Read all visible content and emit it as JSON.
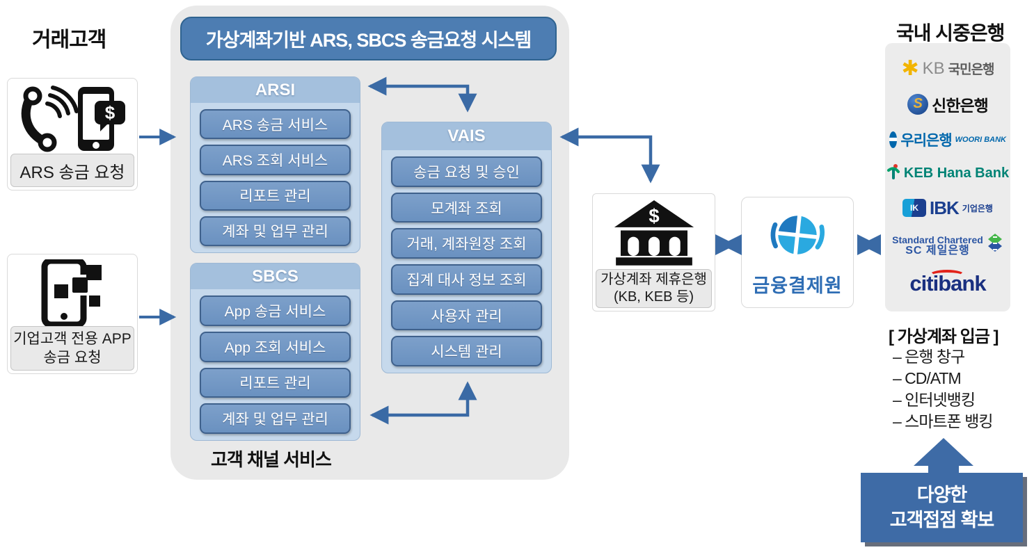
{
  "colors": {
    "system_title_bg": "#4d7db2",
    "module_header_bg": "#a4c0dd",
    "module_body_bg": "#c6d9ec",
    "row_bg": "#6a91c0",
    "row_border": "#3f618c",
    "arrow": "#3a6aa5",
    "container_bg": "#e9e9e9",
    "benefit_bg": "#3e6ba6",
    "kftc_blue": "#2aa9e0",
    "kftc_dark_blue": "#1e79c0"
  },
  "customer": {
    "title": "거래고객",
    "ars_card": {
      "label": "ARS 송금 요청"
    },
    "app_card": {
      "label_line1": "기업고객 전용 APP",
      "label_line2": "송금 요청"
    }
  },
  "system": {
    "title": "가상계좌기반 ARS, SBCS 송금요청 시스템",
    "caption": "고객 채널 서비스",
    "modules": [
      {
        "name": "ARSI",
        "rows": [
          "ARS 송금 서비스",
          "ARS 조회 서비스",
          "리포트 관리",
          "계좌 및 업무 관리"
        ]
      },
      {
        "name": "SBCS",
        "rows": [
          "App 송금 서비스",
          "App 조회 서비스",
          "리포트 관리",
          "계좌 및 업무 관리"
        ]
      },
      {
        "name": "VAIS",
        "rows": [
          "송금 요청 및 승인",
          "모계좌 조회",
          "거래, 계좌원장 조회",
          "집계 대사 정보 조회",
          "사용자 관리",
          "시스템 관리"
        ]
      }
    ]
  },
  "partner_bank": {
    "label_line1": "가상계좌 제휴은행",
    "label_line2": "(KB, KEB 등)",
    "dollar": "$"
  },
  "kftc": {
    "name": "금융결제원"
  },
  "banks": {
    "title": "국내 시중은행",
    "items": [
      {
        "mark": "✱",
        "text1": "KB",
        "text2": "국민은행"
      },
      {
        "mark": "S",
        "text1": "신한은행"
      },
      {
        "text1": "우리은행",
        "text2": "WOORI BANK"
      },
      {
        "text1": "KEB Hana Bank"
      },
      {
        "mark": "IK",
        "text1": "IBK",
        "text2": "기업은행"
      },
      {
        "text1": "Standard Chartered",
        "text2": "SC 제일은행"
      },
      {
        "text1": "citibank"
      }
    ]
  },
  "deposit": {
    "title": "[ 가상계좌 입금 ]",
    "items": [
      "– 은행 창구",
      "– CD/ATM",
      "– 인터넷뱅킹",
      "– 스마트폰 뱅킹"
    ]
  },
  "benefit": {
    "line1": "다양한",
    "line2": "고객접점 확보"
  }
}
